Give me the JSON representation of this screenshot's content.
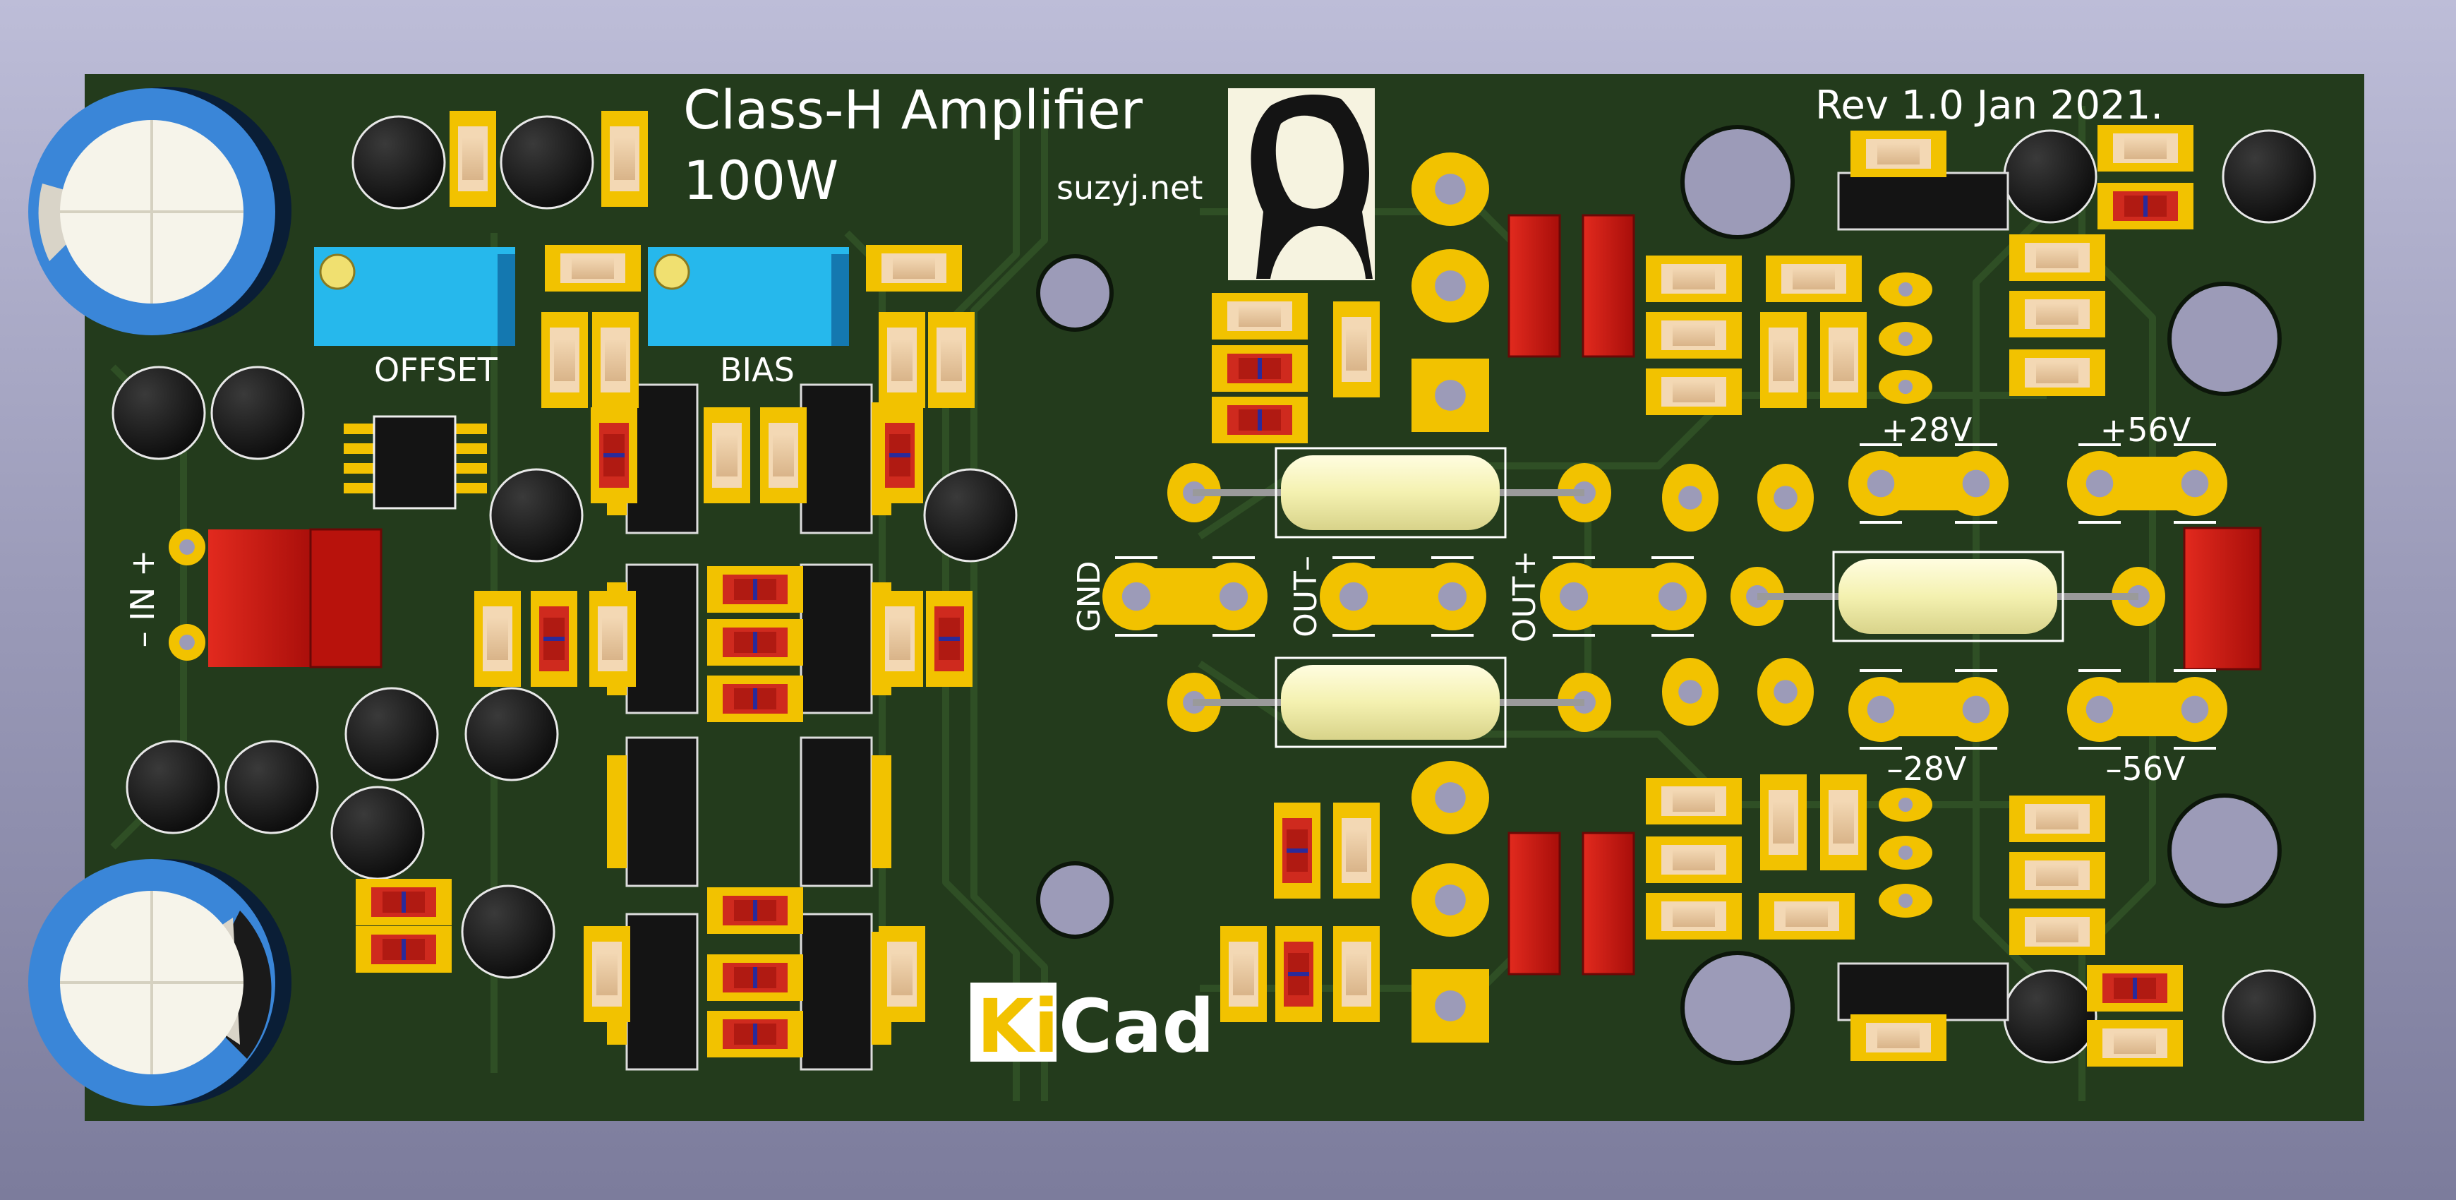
{
  "board": {
    "title_line1": "Class-H Amplifier",
    "title_line2": "100W",
    "website": "suzyj.net",
    "revision": "Rev 1.0 Jan 2021.",
    "logo_ki": "Ki",
    "logo_cad": "Cad"
  },
  "labels": {
    "offset": "OFFSET",
    "bias": "BIAS",
    "input": "– IN +",
    "gnd": "GND",
    "out_minus": "OUT–",
    "out_plus": "OUT+",
    "pos28": "+28V",
    "pos56": "+56V",
    "neg28": "–28V",
    "neg56": "–56V"
  },
  "colors": {
    "pcb": "#233b1c",
    "trace": "#2e4d25",
    "pad": "#f2c200",
    "silk": "#ffffff",
    "cap_blue": "#3a86d8",
    "trimmer": "#26b8ec",
    "relay_red": "#d01a12",
    "resistor_body": "#f6f3b8",
    "ic_black": "#141414"
  }
}
